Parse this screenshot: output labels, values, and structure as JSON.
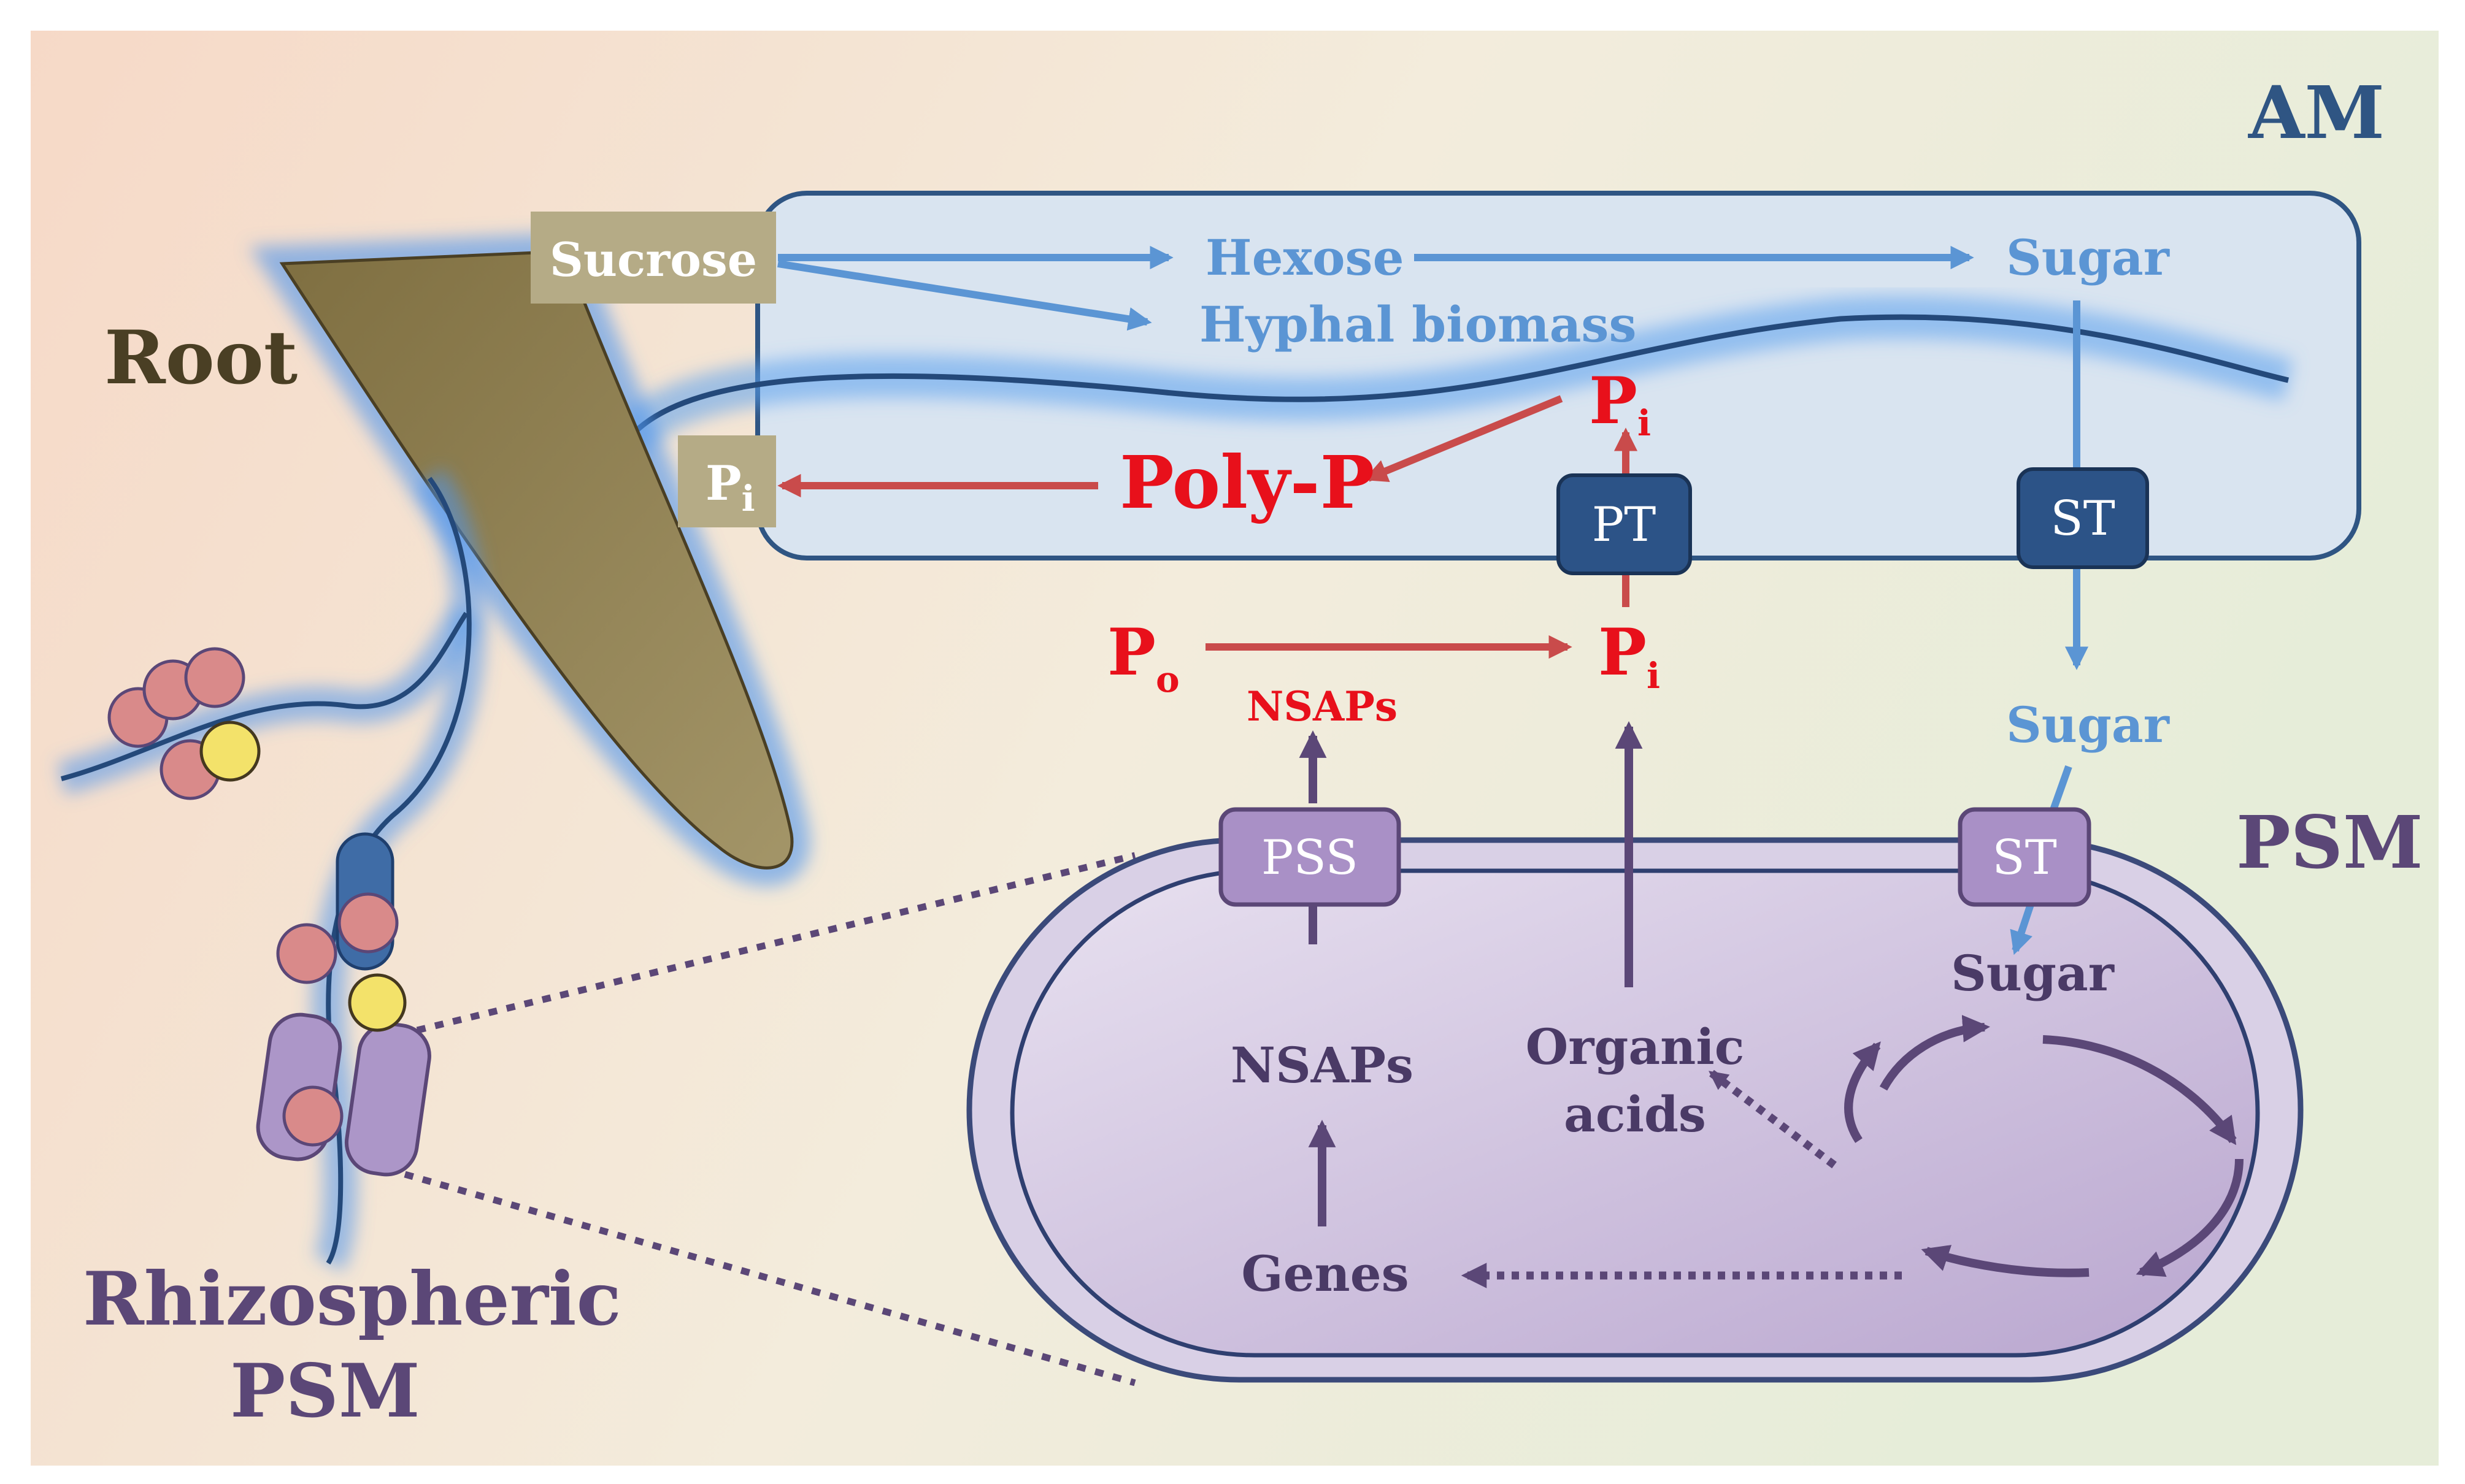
{
  "labels": {
    "root": "Root",
    "rhizospheric_line1": "Rhizospheric",
    "rhizospheric_line2": "PSM",
    "am": "AM",
    "psm": "PSM",
    "sucrose": "Sucrose",
    "hexose": "Hexose",
    "hyphal_biomass": "Hyphal  biomass",
    "sugar_am": "Sugar",
    "sugar_mid": "Sugar",
    "sugar_psm": "Sugar",
    "pi_box_main": "P",
    "pi_box_sub": "i",
    "poly_p": "Poly-P",
    "pi_upper_main": "P",
    "pi_upper_sub": "i",
    "pi_lower_main": "P",
    "pi_lower_sub": "i",
    "po_main": "P",
    "po_sub": "o",
    "nsaps_red": "NSAPs",
    "nsaps_inner": "NSAPs",
    "genes": "Genes",
    "organic_acids_line1": "Organic",
    "organic_acids_line2": "acids",
    "pt": "PT",
    "st_am": "ST",
    "st_psm": "ST",
    "pss": "PSS"
  },
  "colors": {
    "root_fill": "#8b7d52",
    "am_blue": "#5b95d4",
    "am_dark": "#2f5583",
    "red": "#e8101b",
    "red_arrow": "#c94b4b",
    "purple_dark": "#5b4777",
    "purple_box": "#a990c6",
    "tan_box": "#b5ab86",
    "spore_pink": "#d98a8a",
    "spore_yellow": "#f3e26a"
  }
}
